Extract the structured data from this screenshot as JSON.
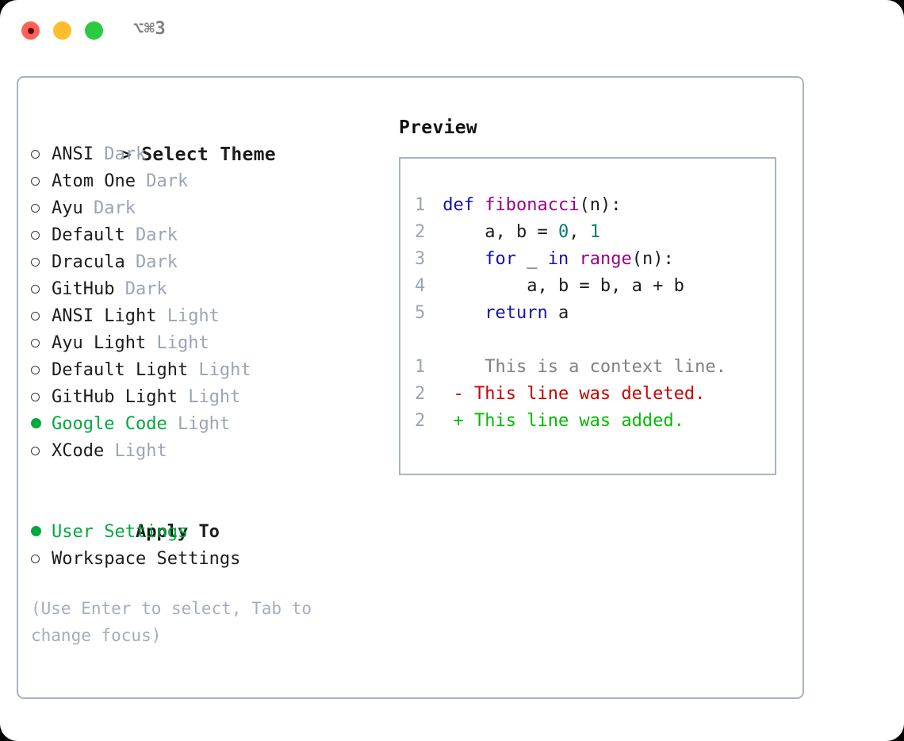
{
  "window": {
    "title": "⌥⌘3",
    "traffic_lights": [
      {
        "name": "close",
        "color": "#ff6159"
      },
      {
        "name": "minimize",
        "color": "#ffbd2e"
      },
      {
        "name": "zoom",
        "color": "#2acb42"
      }
    ]
  },
  "colors": {
    "accent_green": "#00a83e",
    "muted": "#9aa5b5",
    "border": "#a9b3c2",
    "keyword": "#1313a8",
    "function": "#99008a",
    "number": "#007a72",
    "diff_context": "#808080",
    "diff_deleted": "#cc0000",
    "diff_added": "#00bb00"
  },
  "theme_picker": {
    "prompt": ">",
    "header": "Select Theme",
    "items": [
      {
        "name": "ANSI",
        "variant": "Dark",
        "selected": false
      },
      {
        "name": "Atom One",
        "variant": "Dark",
        "selected": false
      },
      {
        "name": "Ayu",
        "variant": "Dark",
        "selected": false
      },
      {
        "name": "Default",
        "variant": "Dark",
        "selected": false
      },
      {
        "name": "Dracula",
        "variant": "Dark",
        "selected": false
      },
      {
        "name": "GitHub",
        "variant": "Dark",
        "selected": false
      },
      {
        "name": "ANSI Light",
        "variant": "Light",
        "selected": false
      },
      {
        "name": "Ayu Light",
        "variant": "Light",
        "selected": false
      },
      {
        "name": "Default Light",
        "variant": "Light",
        "selected": false
      },
      {
        "name": "GitHub Light",
        "variant": "Light",
        "selected": false
      },
      {
        "name": "Google Code",
        "variant": "Light",
        "selected": true
      },
      {
        "name": "XCode",
        "variant": "Light",
        "selected": false
      }
    ]
  },
  "apply_to": {
    "header": "Apply To",
    "items": [
      {
        "name": "User Settings",
        "selected": true
      },
      {
        "name": "Workspace Settings",
        "selected": false
      }
    ]
  },
  "hint": "(Use Enter to select, Tab to change focus)",
  "preview": {
    "title": "Preview",
    "code_lines": [
      {
        "no": "1",
        "tokens": [
          {
            "t": "def ",
            "c": "kw"
          },
          {
            "t": "fibonacci",
            "c": "fn"
          },
          {
            "t": "(n):",
            "c": "plain"
          }
        ]
      },
      {
        "no": "2",
        "tokens": [
          {
            "t": "    a, b = ",
            "c": "plain"
          },
          {
            "t": "0",
            "c": "num"
          },
          {
            "t": ", ",
            "c": "plain"
          },
          {
            "t": "1",
            "c": "num"
          }
        ]
      },
      {
        "no": "3",
        "tokens": [
          {
            "t": "    ",
            "c": "plain"
          },
          {
            "t": "for",
            "c": "kw"
          },
          {
            "t": " _ ",
            "c": "plain"
          },
          {
            "t": "in",
            "c": "kw"
          },
          {
            "t": " ",
            "c": "plain"
          },
          {
            "t": "range",
            "c": "fn"
          },
          {
            "t": "(n):",
            "c": "plain"
          }
        ]
      },
      {
        "no": "4",
        "tokens": [
          {
            "t": "        a, b = b, a + b",
            "c": "plain"
          }
        ]
      },
      {
        "no": "5",
        "tokens": [
          {
            "t": "    ",
            "c": "plain"
          },
          {
            "t": "return",
            "c": "kw"
          },
          {
            "t": " a",
            "c": "plain"
          }
        ]
      }
    ],
    "diff_lines": [
      {
        "no": "1",
        "sign": " ",
        "text": "  This is a context line.",
        "kind": "d-ctx"
      },
      {
        "no": "2",
        "sign": "-",
        "text": " This line was deleted.",
        "kind": "d-del"
      },
      {
        "no": "2",
        "sign": "+",
        "text": " This line was added.",
        "kind": "d-add"
      }
    ]
  }
}
